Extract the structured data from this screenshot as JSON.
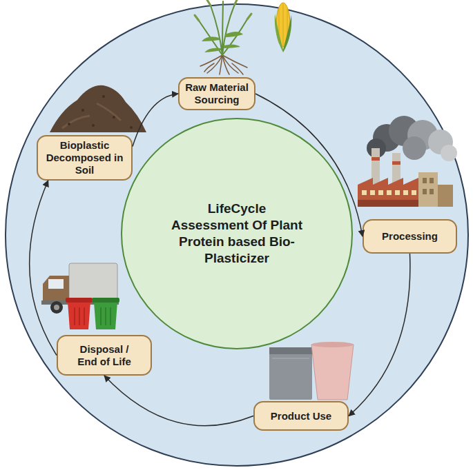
{
  "diagram": {
    "nodes": [
      {
        "text": [
          "LifeCycle Assessment Of Plant Protein based Bio-Plasticizer"
        ]
      },
      {
        "text": [
          "Raw Material Sourcing"
        ]
      },
      {
        "text": [
          "Processing"
        ]
      },
      {
        "text": [
          "Product Use"
        ]
      },
      {
        "text": [
          "Disposal / End of Life"
        ]
      },
      {
        "text": [
          "Bioplastic Decomposed in Soil"
        ]
      }
    ],
    "edges": [
      {
        "from": 1,
        "to": 2,
        "arrow": "to"
      },
      {
        "from": 2,
        "to": 3,
        "arrow": "to"
      },
      {
        "from": 3,
        "to": 4,
        "arrow": "to"
      },
      {
        "from": 4,
        "to": 5,
        "arrow": "to"
      },
      {
        "from": 5,
        "to": 1,
        "arrow": "to"
      }
    ]
  }
}
